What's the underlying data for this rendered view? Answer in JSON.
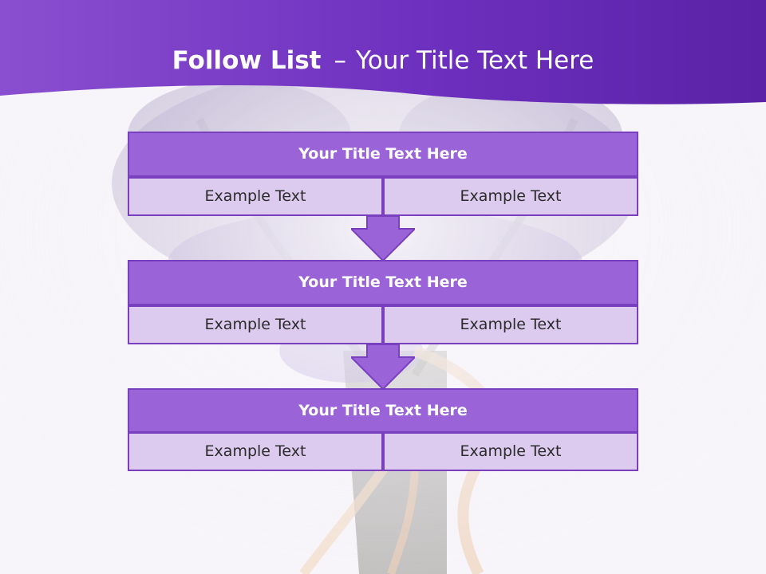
{
  "slide": {
    "title_bold": "Follow List",
    "title_dash": "–",
    "title_rest": "Your Title Text Here"
  },
  "steps": [
    {
      "title": "Your Title Text Here",
      "left": "Example Text",
      "right": "Example Text"
    },
    {
      "title": "Your Title Text Here",
      "left": "Example Text",
      "right": "Example Text"
    },
    {
      "title": "Your Title Text Here",
      "left": "Example Text",
      "right": "Example Text"
    }
  ],
  "colors": {
    "header": "#6a2fb5",
    "box_title": "#9a64d8",
    "box_cell": "#dccbee",
    "border": "#7a3fbf"
  }
}
